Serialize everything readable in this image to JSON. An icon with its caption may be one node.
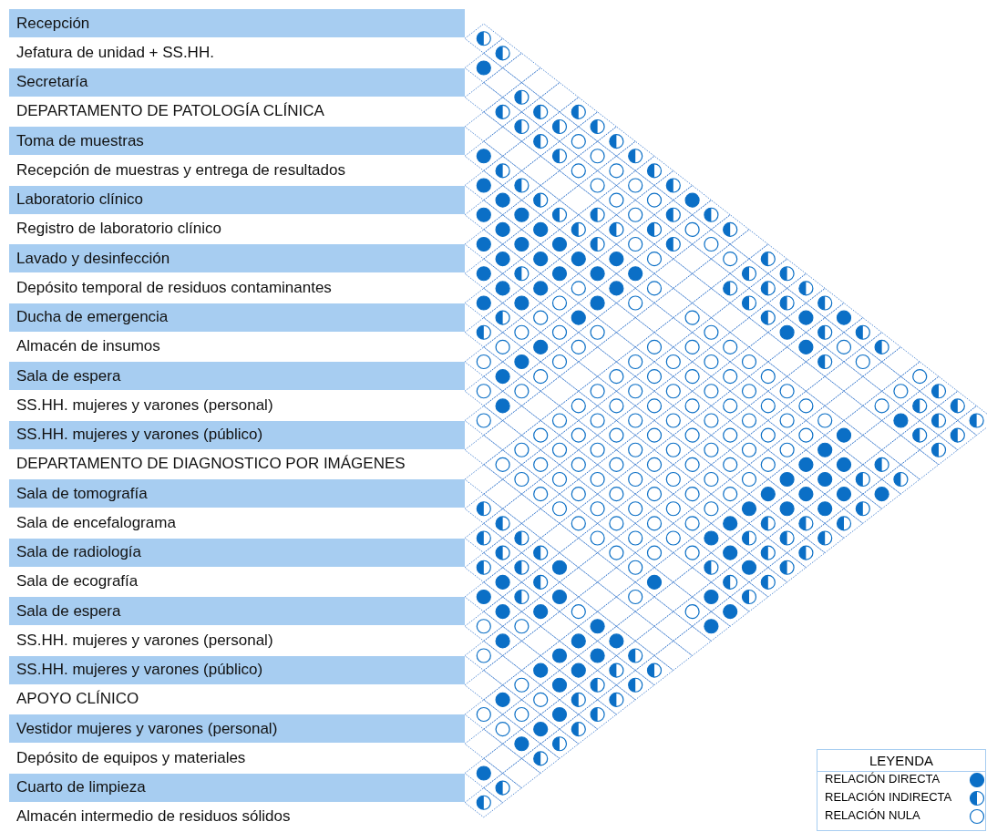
{
  "diagram": {
    "nodes": [
      {
        "text": [
          "Recepción"
        ]
      },
      {
        "text": [
          "Jefatura de unidad + SS.HH."
        ]
      },
      {
        "text": [
          "Secretaría"
        ]
      },
      {
        "text": [
          "DEPARTAMENTO DE PATOLOGÍA CLÍNICA"
        ]
      },
      {
        "text": [
          "Toma de muestras"
        ]
      },
      {
        "text": [
          "Recepción de muestras y entrega de resultados"
        ]
      },
      {
        "text": [
          "Laboratorio clínico"
        ]
      },
      {
        "text": [
          "Registro de laboratorio clínico"
        ]
      },
      {
        "text": [
          "Lavado y desinfección"
        ]
      },
      {
        "text": [
          "Depósito temporal de residuos contaminantes"
        ]
      },
      {
        "text": [
          "Ducha de emergencia"
        ]
      },
      {
        "text": [
          "Almacén de insumos"
        ]
      },
      {
        "text": [
          "Sala de espera"
        ]
      },
      {
        "text": [
          "SS.HH. mujeres y varones (personal)"
        ]
      },
      {
        "text": [
          "SS.HH. mujeres y varones (público)"
        ]
      },
      {
        "text": [
          "DEPARTAMENTO DE DIAGNOSTICO POR IMÁGENES"
        ]
      },
      {
        "text": [
          "Sala de tomografía"
        ]
      },
      {
        "text": [
          "Sala de encefalograma"
        ]
      },
      {
        "text": [
          "Sala de radiología"
        ]
      },
      {
        "text": [
          "Sala de ecografía"
        ]
      },
      {
        "text": [
          "Sala de espera"
        ]
      },
      {
        "text": [
          "SS.HH. mujeres y varones (personal)"
        ]
      },
      {
        "text": [
          "SS.HH. mujeres y varones (público)"
        ]
      },
      {
        "text": [
          "APOYO CLÍNICO"
        ]
      },
      {
        "text": [
          "Vestidor mujeres y varones (personal)"
        ]
      },
      {
        "text": [
          "Depósito de equipos y materiales"
        ]
      },
      {
        "text": [
          "Cuarto de limpieza"
        ]
      },
      {
        "text": [
          "Almacén intermedio de residuos sólidos"
        ]
      }
    ],
    "labels": [
      "LEYENDA"
    ],
    "legend": [
      {
        "text": "RELACIÓN DIRECTA"
      },
      {
        "text": "RELACIÓN INDIRECTA"
      },
      {
        "text": "RELACIÓN NULA"
      }
    ]
  }
}
